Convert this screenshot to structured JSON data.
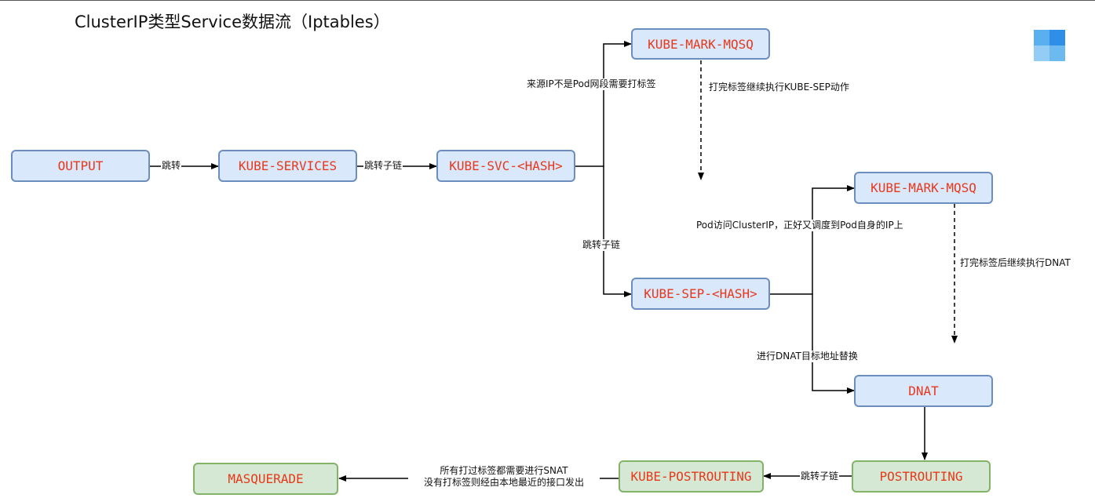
{
  "title": "ClusterIP类型Service数据流（Iptables）",
  "colors": {
    "node_text": "#e8381b",
    "blue_fill": "#dae8fc",
    "blue_stroke": "#6c8ebf",
    "green_fill": "#d5e8d4",
    "green_stroke": "#82b366"
  },
  "nodes": {
    "output": "OUTPUT",
    "kube_services": "KUBE-SERVICES",
    "kube_svc_hash": "KUBE-SVC-<HASH>",
    "kube_mark_mqsq_1": "KUBE-MARK-MQSQ",
    "kube_sep_hash": "KUBE-SEP-<HASH>",
    "kube_mark_mqsq_2": "KUBE-MARK-MQSQ",
    "dnat": "DNAT",
    "postrouting": "POSTROUTING",
    "kube_postrouting": "KUBE-POSTROUTING",
    "masquerade": "MASQUERADE"
  },
  "edge_labels": {
    "output_to_services": "跳转",
    "services_to_svc": "跳转子链",
    "svc_to_mark": "来源IP不是Pod网段需要打标签",
    "mark_to_sep": "打完标签继续执行KUBE-SEP动作",
    "svc_to_sep": "跳转子链",
    "sep_to_mark2": "Pod访问ClusterIP，正好又调度到Pod自身的IP上",
    "mark2_to_dnat": "打完标签后继续执行DNAT",
    "sep_to_dnat": "进行DNAT目标地址替换",
    "postrouting_to_kube_postrouting": "跳转子链",
    "kube_postrouting_to_masquerade_line1": "所有打过标签都需要进行SNAT",
    "kube_postrouting_to_masquerade_line2": "没有打标签则经由本地最近的接口发出"
  }
}
